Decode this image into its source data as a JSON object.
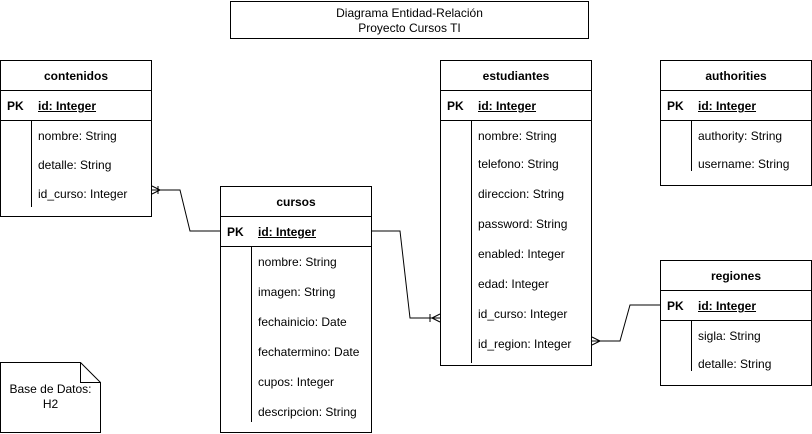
{
  "title": {
    "line1": "Diagrama Entidad-Relación",
    "line2": "Proyecto Cursos TI"
  },
  "entities": {
    "contenidos": {
      "name": "contenidos",
      "pk_label": "PK",
      "pk": "id: Integer",
      "attrs": [
        "nombre: String",
        "detalle: String",
        "id_curso: Integer"
      ]
    },
    "cursos": {
      "name": "cursos",
      "pk_label": "PK",
      "pk": "id: Integer",
      "attrs": [
        "nombre: String",
        "imagen: String",
        "fechainicio: Date",
        "fechatermino: Date",
        "cupos: Integer",
        "descripcion: String"
      ]
    },
    "estudiantes": {
      "name": "estudiantes",
      "pk_label": "PK",
      "pk": "id: Integer",
      "attrs": [
        "nombre: String",
        "telefono: String",
        "direccion: String",
        "password: String",
        "enabled: Integer",
        "edad: Integer",
        "id_curso: Integer",
        "id_region: Integer"
      ]
    },
    "authorities": {
      "name": "authorities",
      "pk_label": "PK",
      "pk": "id: Integer",
      "attrs": [
        "authority: String",
        "username: String"
      ]
    },
    "regiones": {
      "name": "regiones",
      "pk_label": "PK",
      "pk": "id: Integer",
      "attrs": [
        "sigla: String",
        "detalle: String"
      ]
    }
  },
  "note": {
    "line1": "Base de Datos:",
    "line2": "H2"
  },
  "relationships": [
    {
      "from": "contenidos",
      "to": "cursos",
      "from_end": "one-to-many"
    },
    {
      "from": "cursos",
      "to": "estudiantes",
      "to_end": "one-to-many"
    },
    {
      "from": "estudiantes",
      "to": "regiones",
      "from_end": "many"
    }
  ]
}
